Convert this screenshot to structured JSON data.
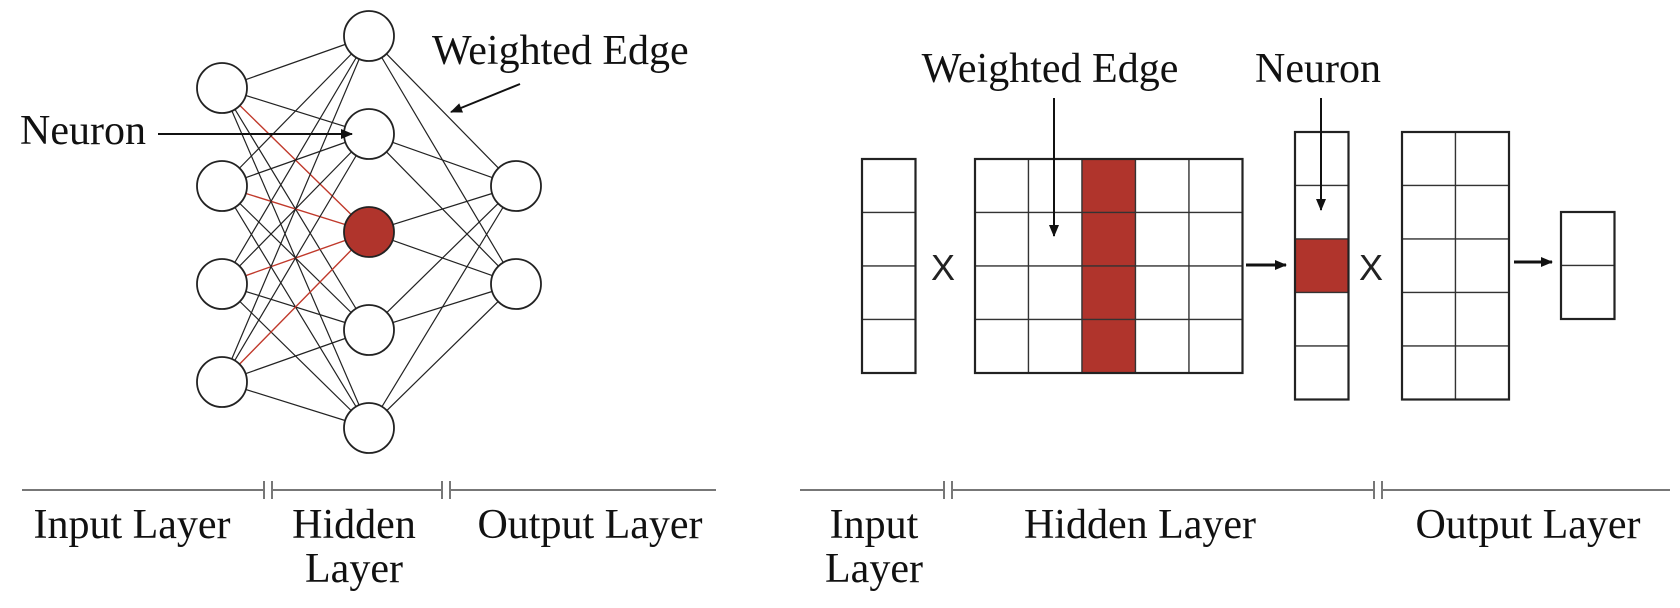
{
  "colors": {
    "accent": "#b0342c",
    "line": "#222222",
    "red_edge": "#c0392b"
  },
  "left_diagram": {
    "neuron_label": "Neuron",
    "weighted_edge_label": "Weighted Edge",
    "layers": {
      "input": "Input Layer",
      "hidden_line1": "Hidden",
      "hidden_line2": "Layer",
      "output": "Output Layer"
    },
    "neuron_counts": {
      "input": 4,
      "hidden": 5,
      "output": 2
    },
    "highlighted_hidden_neuron": 2
  },
  "right_diagram": {
    "weighted_edge_label": "Weighted Edge",
    "neuron_label": "Neuron",
    "multiply_symbol": "X",
    "layers": {
      "input_line1": "Input",
      "input_line2": "Layer",
      "hidden": "Hidden Layer",
      "output": "Output Layer"
    },
    "matrices": {
      "input_vector": {
        "rows": 4,
        "cols": 1
      },
      "weight_matrix": {
        "rows": 4,
        "cols": 5,
        "highlighted_col": 2
      },
      "hidden_vector": {
        "rows": 5,
        "cols": 1,
        "highlighted_row": 2
      },
      "output_weight_matrix": {
        "rows": 5,
        "cols": 2
      },
      "output_vector": {
        "rows": 2,
        "cols": 1
      }
    }
  }
}
